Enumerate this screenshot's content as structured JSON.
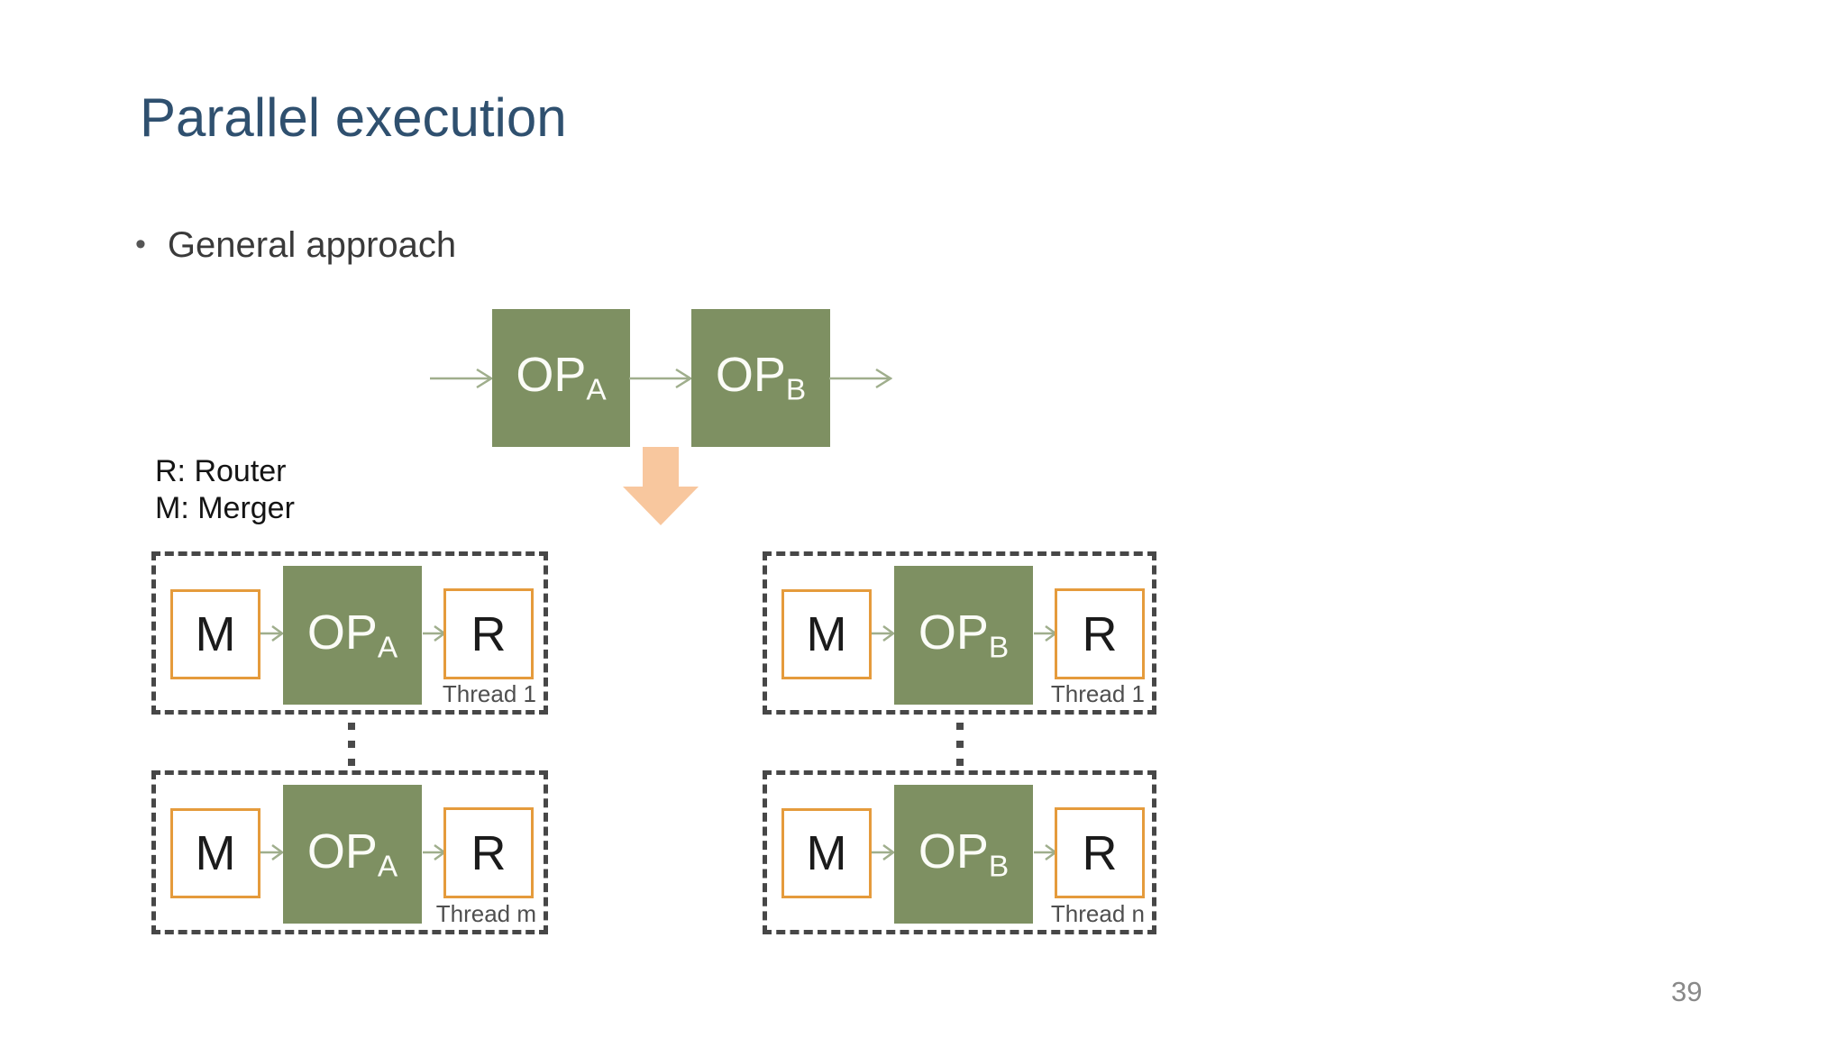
{
  "slide": {
    "title": "Parallel execution",
    "bullet_text": "General approach",
    "bullet_glyph": "•",
    "page_number": "39"
  },
  "legend": {
    "router": "R: Router",
    "merger": "M: Merger"
  },
  "pipeline": {
    "op_a_label": "OP",
    "op_a_sub": "A",
    "op_b_label": "OP",
    "op_b_sub": "B"
  },
  "threads": [
    {
      "merger_label": "M",
      "op_label": "OP",
      "op_sub": "A",
      "router_label": "R",
      "thread_label": "Thread 1"
    },
    {
      "merger_label": "M",
      "op_label": "OP",
      "op_sub": "B",
      "router_label": "R",
      "thread_label": "Thread 1"
    },
    {
      "merger_label": "M",
      "op_label": "OP",
      "op_sub": "A",
      "router_label": "R",
      "thread_label": "Thread m"
    },
    {
      "merger_label": "M",
      "op_label": "OP",
      "op_sub": "B",
      "router_label": "R",
      "thread_label": "Thread n"
    }
  ],
  "colors": {
    "title_blue": "#2F506F",
    "operator_green": "#7E9062",
    "arrow_olive": "#9FAE8C",
    "transform_peach": "#F8C79E",
    "box_border_orange": "#E59B3C",
    "dashed_border_gray": "#474747",
    "thread_label_gray": "#4F4F4F",
    "page_number_gray": "#898989"
  }
}
